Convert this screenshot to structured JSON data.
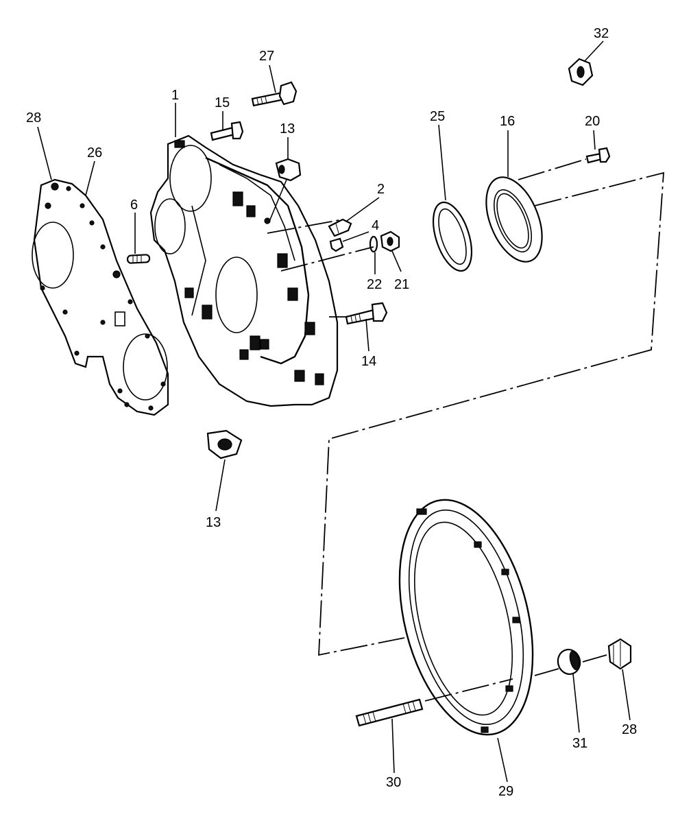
{
  "callouts": [
    {
      "key": "c1",
      "label": "1"
    },
    {
      "key": "c2",
      "label": "2"
    },
    {
      "key": "c4",
      "label": "4"
    },
    {
      "key": "c6",
      "label": "6"
    },
    {
      "key": "c13a",
      "label": "13"
    },
    {
      "key": "c13b",
      "label": "13"
    },
    {
      "key": "c14",
      "label": "14"
    },
    {
      "key": "c15",
      "label": "15"
    },
    {
      "key": "c16",
      "label": "16"
    },
    {
      "key": "c20",
      "label": "20"
    },
    {
      "key": "c21",
      "label": "21"
    },
    {
      "key": "c22",
      "label": "22"
    },
    {
      "key": "c25",
      "label": "25"
    },
    {
      "key": "c26",
      "label": "26"
    },
    {
      "key": "c27",
      "label": "27"
    },
    {
      "key": "c28a",
      "label": "28"
    },
    {
      "key": "c28b",
      "label": "28"
    },
    {
      "key": "c29",
      "label": "29"
    },
    {
      "key": "c30",
      "label": "30"
    },
    {
      "key": "c31",
      "label": "31"
    },
    {
      "key": "c32",
      "label": "32"
    }
  ]
}
